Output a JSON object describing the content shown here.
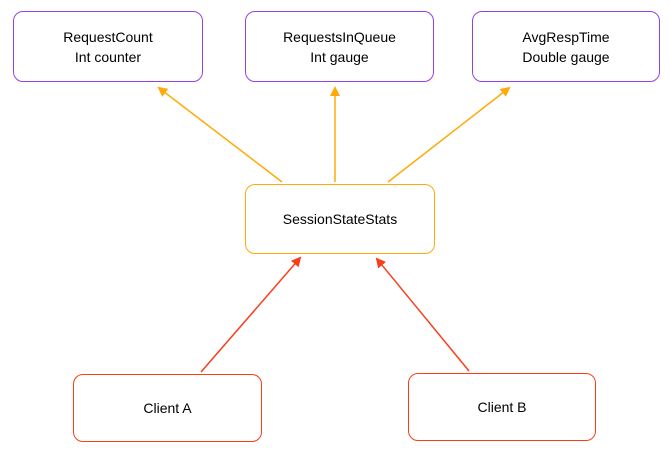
{
  "diagram": {
    "nodes": {
      "request_count": {
        "label": "RequestCount",
        "sublabel": "Int counter",
        "border_color": "#9642e3"
      },
      "requests_in_queue": {
        "label": "RequestsInQueue",
        "sublabel": "Int gauge",
        "border_color": "#9642e3"
      },
      "avg_resp_time": {
        "label": "AvgRespTime",
        "sublabel": "Double gauge",
        "border_color": "#9642e3"
      },
      "session_state_stats": {
        "label": "SessionStateStats",
        "border_color": "#ffaa0a"
      },
      "client_a": {
        "label": "Client A",
        "border_color": "#fa3e1c"
      },
      "client_b": {
        "label": "Client B",
        "border_color": "#fa3e1c"
      }
    },
    "edges": [
      {
        "from": "SessionStateStats",
        "to": "RequestCount",
        "color": "#ffaa0a"
      },
      {
        "from": "SessionStateStats",
        "to": "RequestsInQueue",
        "color": "#ffaa0a"
      },
      {
        "from": "SessionStateStats",
        "to": "AvgRespTime",
        "color": "#ffaa0a"
      },
      {
        "from": "Client A",
        "to": "SessionStateStats",
        "color": "#fa3e1c"
      },
      {
        "from": "Client B",
        "to": "SessionStateStats",
        "color": "#fa3e1c"
      }
    ],
    "colors": {
      "purple": "#9642e3",
      "orange": "#ffaa0a",
      "red": "#fa3e1c",
      "text": "#000000",
      "background": "#ffffff"
    }
  }
}
